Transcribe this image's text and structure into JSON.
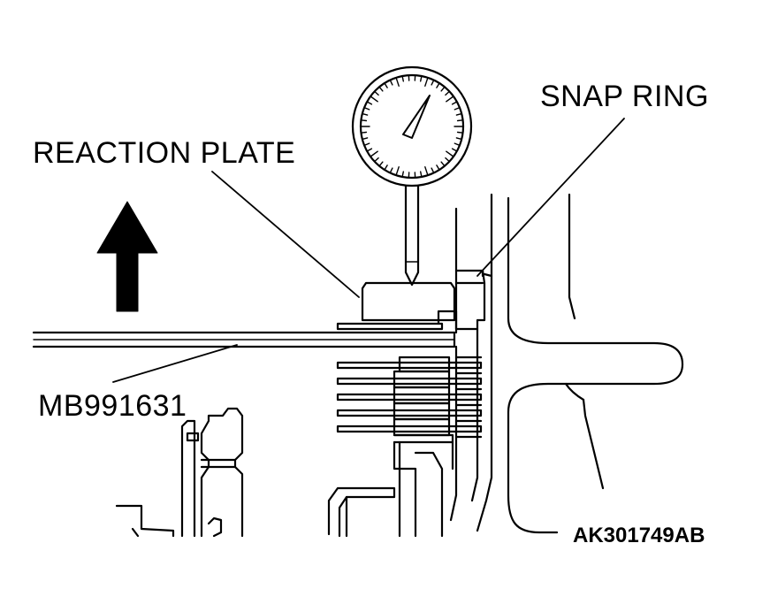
{
  "labels": {
    "snap_ring": "SNAP RING",
    "reaction_plate": "REACTION PLATE",
    "tool_number": "MB991631",
    "figure_id": "AK301749AB"
  },
  "colors": {
    "ink": "#000000",
    "paper": "#ffffff"
  },
  "icons": {
    "direction_arrow": "up-arrow-icon",
    "dial_gauge": "dial-indicator-gauge"
  }
}
